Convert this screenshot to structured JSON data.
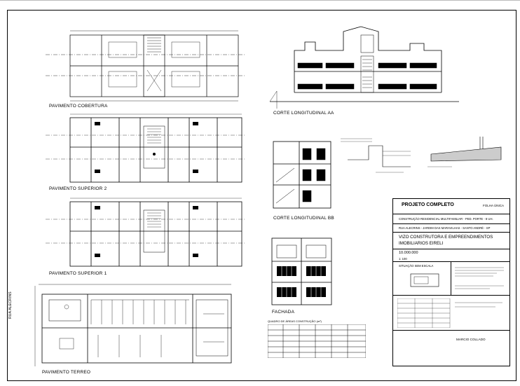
{
  "labels": {
    "pav_cobertura": "PAVIMENTO COBERTURA",
    "pav_superior2": "PAVIMENTO SUPERIOR 2",
    "pav_superior1": "PAVIMENTO SUPERIOR 1",
    "pav_terreo": "PAVIMENTO TERREO",
    "corte_aa": "CORTE LONGITUDINAL AA",
    "corte_bb": "CORTE LONGITUDINAL BB",
    "fachada": "FACHADA",
    "rua": "RUA ALECRINS"
  },
  "title_block": {
    "title": "PROJETO COMPLETO",
    "sheet": "FOLHA ÚNICA",
    "obra": "CONSTRUÇÃO RESIDENCIAL MULTIFAMILIAR - PED. PORTE - 8 UH.",
    "endereco": "RUA ALECRINS - JARDIM DAS MARAVILHAS - SANTO ANDRÉ - SP",
    "empresa_1": "VIZO CONSTRUTORA E EMPREENDIMENTOS",
    "empresa_2": "IMOBILIARIOS EIRELI",
    "codigo": "10.000.000",
    "escala": "1: 100",
    "situacao": "SITUAÇÃO SEM ESCALA",
    "resp": "MARCIO COLLADO"
  },
  "area_table": {
    "title": "QUADRO DE ÁREAS CONSTRUÇÃO (m²)"
  }
}
